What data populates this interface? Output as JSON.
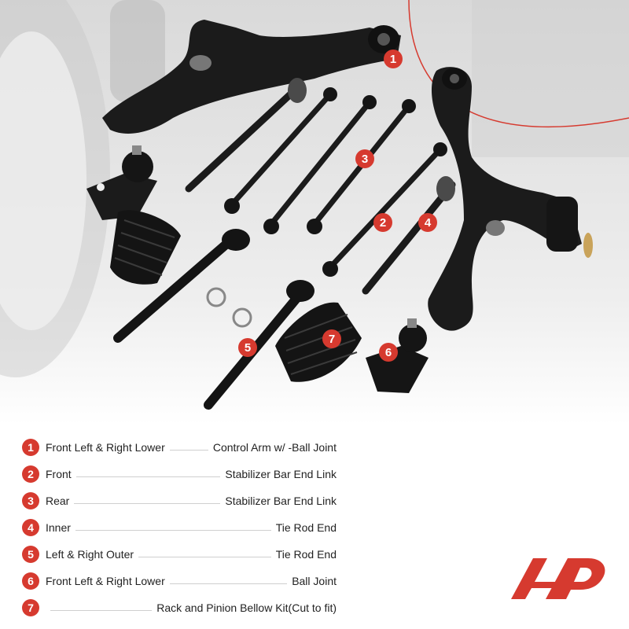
{
  "legend": {
    "items": [
      {
        "num": "1",
        "left": "Front Left  &  Right Lower",
        "right": "Control Arm w/ -Ball Joint"
      },
      {
        "num": "2",
        "left": "Front",
        "right": "Stabilizer Bar End Link"
      },
      {
        "num": "3",
        "left": "Rear",
        "right": "Stabilizer Bar End Link"
      },
      {
        "num": "4",
        "left": "Inner",
        "right": "Tie Rod End"
      },
      {
        "num": "5",
        "left": "Left  &  Right Outer",
        "right": "Tie Rod End"
      },
      {
        "num": "6",
        "left": "Front Left  &  Right Lower",
        "right": "Ball Joint"
      },
      {
        "num": "7",
        "left": "",
        "right": "Rack and Pinion Bellow Kit(Cut to fit)"
      }
    ]
  },
  "callouts": [
    "1",
    "2",
    "3",
    "4",
    "5",
    "6",
    "7"
  ],
  "colors": {
    "accent": "#d63a2f",
    "parts": "#1a1a1a",
    "background": "#e6e6e6"
  },
  "icons": [
    "brand-logo-icon"
  ]
}
